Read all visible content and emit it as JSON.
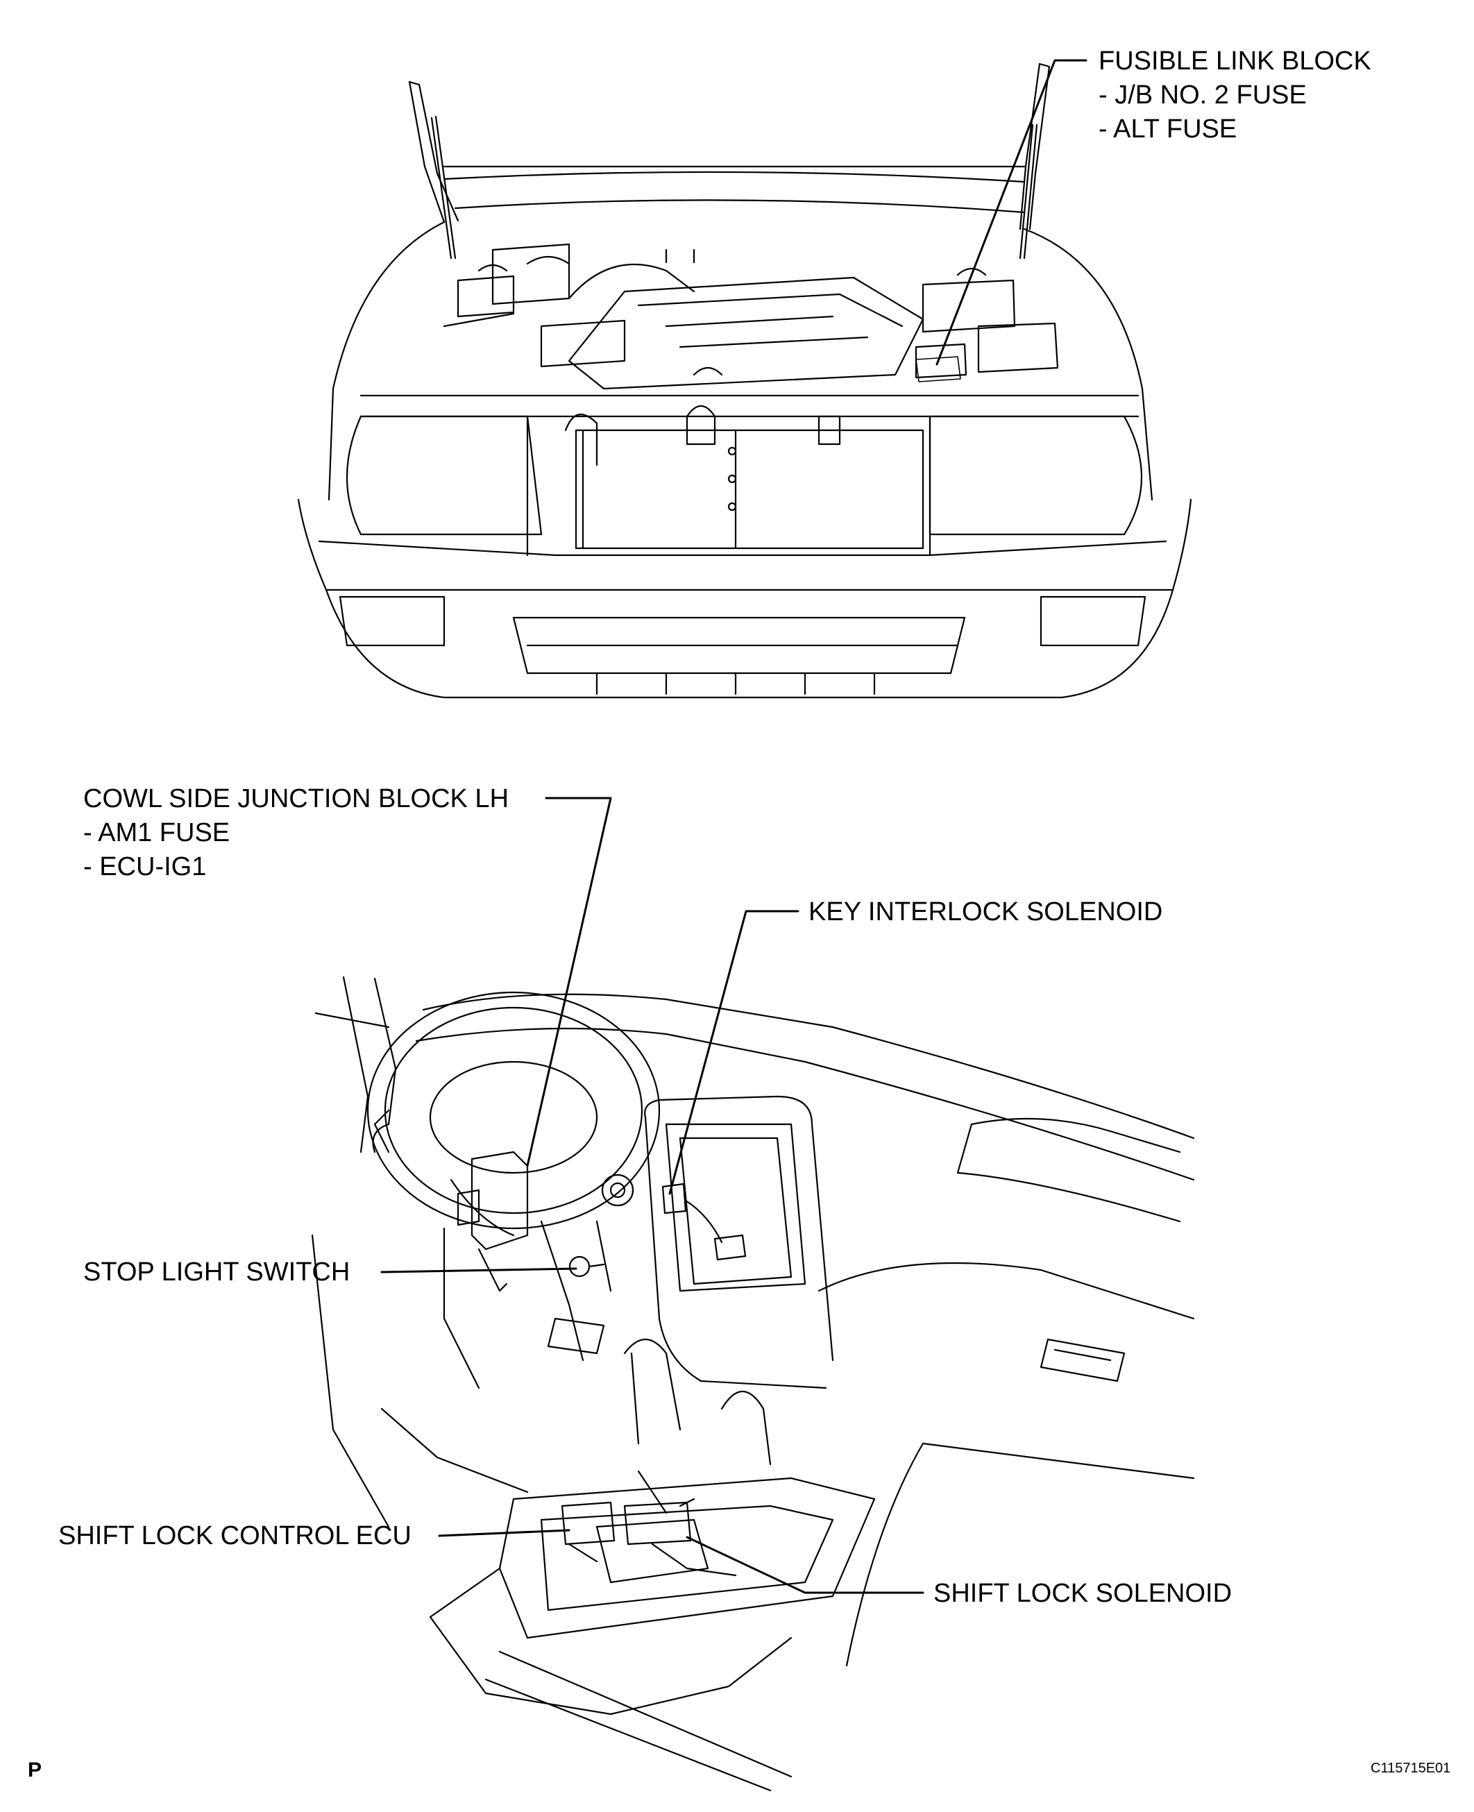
{
  "labels": {
    "fusible_link_block": {
      "title": "FUSIBLE LINK BLOCK",
      "items": [
        "- J/B NO. 2 FUSE",
        "- ALT FUSE"
      ]
    },
    "cowl_side_junction_block": {
      "title": "COWL SIDE JUNCTION BLOCK LH",
      "items": [
        "- AM1 FUSE",
        "- ECU-IG1"
      ]
    },
    "key_interlock_solenoid": "KEY INTERLOCK SOLENOID",
    "stop_light_switch": "STOP LIGHT SWITCH",
    "shift_lock_control_ecu": "SHIFT LOCK CONTROL ECU",
    "shift_lock_solenoid": "SHIFT LOCK SOLENOID"
  },
  "footer": {
    "page_mark": "P",
    "figure_code": "C115715E01"
  }
}
